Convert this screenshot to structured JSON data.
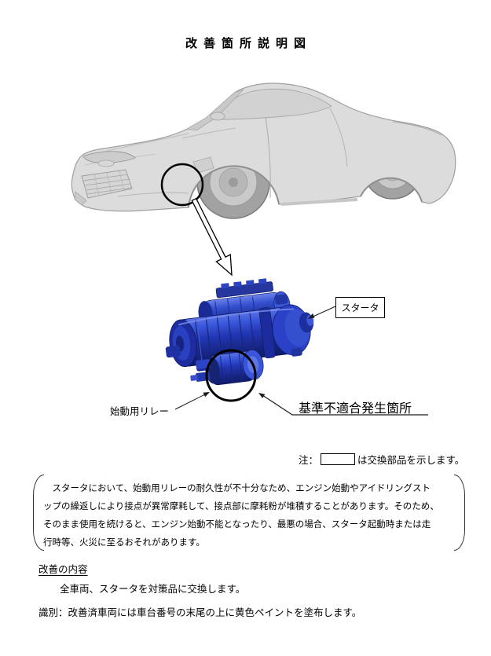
{
  "page": {
    "title": "改善箇所説明図"
  },
  "diagram": {
    "starter_label": "スタータ",
    "relay_label": "始動用リレー",
    "defect_label": "基準不適合発生箇所",
    "note_prefix": "注：",
    "note_suffix": "は交換部品を示します。"
  },
  "description": {
    "lines": [
      "　スタータにおいて、始動用リレーの耐久性が不十分なため、エンジン始動やアイドリングスト",
      "ップの繰返しにより接点が異常摩耗して、接点部に摩耗粉が堆積することがあります。そのため、",
      "そのまま使用を続けると、エンジン始動不能となったり、最悪の場合、スタータ起動時または走",
      "行時等、火災に至るおそれがあります。"
    ]
  },
  "remedy": {
    "heading": "改善の内容",
    "body": "全車両、スタータを対策品に交換します。"
  },
  "identification": {
    "label": "識別：",
    "body": "改善済車両には車台番号の末尾の上に黄色ペイントを塗布します。"
  },
  "colors": {
    "starter_blue": "#2136b4",
    "car_body_gray": "#dcdcdc",
    "annotation_black": "#000000"
  }
}
